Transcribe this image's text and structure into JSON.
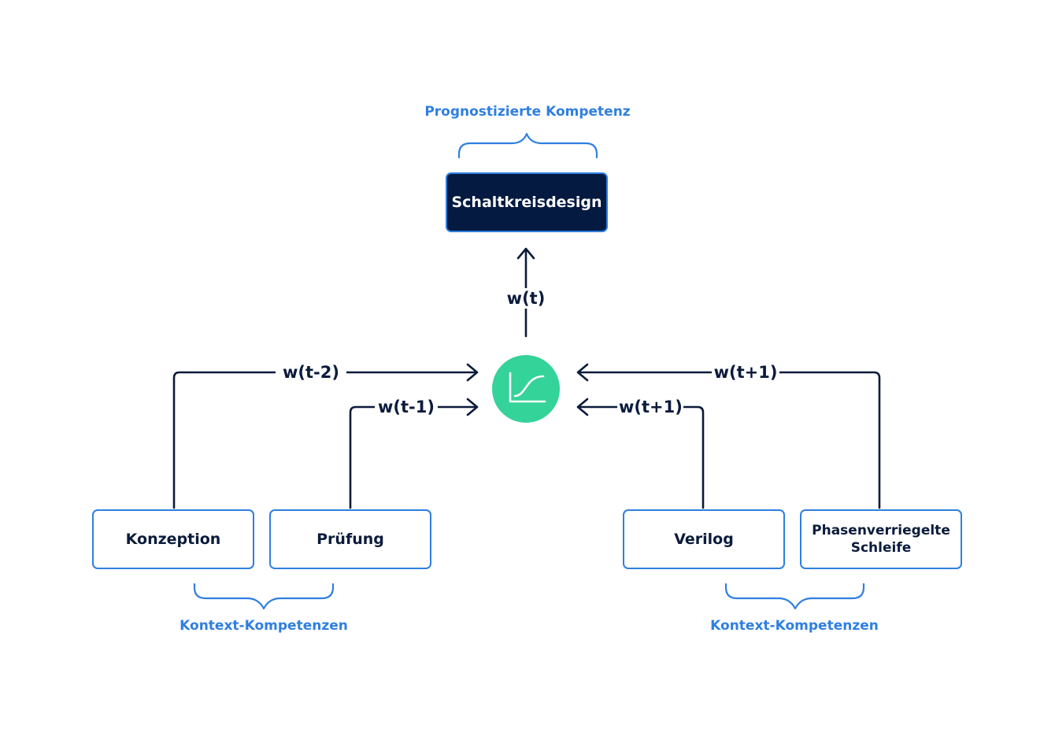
{
  "annotations": {
    "top": "Prognostizierte Kompetenz",
    "left": "Kontext-Kompetenzen",
    "right": "Kontext-Kompetenzen"
  },
  "nodes": {
    "target": "Schaltkreisdesign",
    "konzeption": "Konzeption",
    "pruefung": "Prüfung",
    "verilog": "Verilog",
    "pll_line1": "Phasenverriegelte",
    "pll_line2": "Schleife"
  },
  "weights": {
    "center_up": "w(t)",
    "left_outer": "w(t-2)",
    "left_inner": "w(t-1)",
    "right_inner": "w(t+1)",
    "right_outer": "w(t+1)"
  },
  "colors": {
    "accent_blue": "#2f7fe0",
    "navy": "#041a40",
    "line": "#0b1b3b",
    "sigmoid_green": "#34d399"
  },
  "icons": {
    "center": "sigmoid-icon"
  }
}
